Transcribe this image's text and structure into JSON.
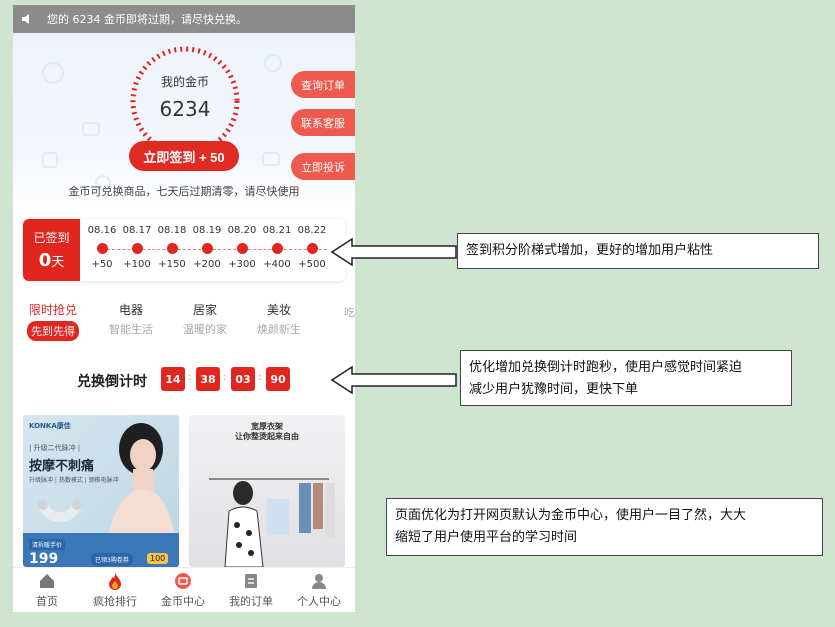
{
  "notice": {
    "text": "您的 6234 金币即将过期，请尽快兑换。"
  },
  "coins": {
    "label": "我的金币",
    "value": "6234"
  },
  "sign": {
    "button": "立即签到 + 50"
  },
  "side_buttons": [
    "查询订单",
    "联系客服",
    "立即投诉"
  ],
  "hint": "金币可兑换商品，七天后过期清零，请尽快使用",
  "checkin": {
    "badge_title": "已签到",
    "badge_count": "0",
    "badge_unit": "天",
    "days": [
      {
        "date": "08.16",
        "points": "+50"
      },
      {
        "date": "08.17",
        "points": "+100"
      },
      {
        "date": "08.18",
        "points": "+150"
      },
      {
        "date": "08.19",
        "points": "+200"
      },
      {
        "date": "08.20",
        "points": "+300"
      },
      {
        "date": "08.21",
        "points": "+400"
      },
      {
        "date": "08.22",
        "points": "+500"
      }
    ]
  },
  "categories": [
    {
      "title": "限时抢兑",
      "sub": "先到先得"
    },
    {
      "title": "电器",
      "sub": "智能生活"
    },
    {
      "title": "居家",
      "sub": "温暖的家"
    },
    {
      "title": "美妆",
      "sub": "焕颜新生"
    },
    {
      "title": "",
      "sub": "吃"
    }
  ],
  "countdown": {
    "label": "兑换倒计时",
    "values": [
      "14",
      "38",
      "03",
      "90"
    ]
  },
  "product1": {
    "brand": "KONKA康佳",
    "line1": "| 升级二代脉冲 |",
    "line2": "按摩不刺痛",
    "line3": "升级脉冲 | 热敷模式 | 颈椎电脉冲",
    "tag": "清拆暖手价",
    "price": "199",
    "pill": "已领3购卷券",
    "badge": "100"
  },
  "product2": {
    "line1": "宽厚衣架",
    "line2": "让你整烫起来自由"
  },
  "tabbar": [
    "首页",
    "疯抢排行",
    "金币中心",
    "我的订单",
    "个人中心"
  ],
  "callouts": {
    "c1": "签到积分阶梯式增加，更好的增加用户粘性",
    "c2a": "优化增加兑换倒计时跑秒，使用户感觉时间紧迫",
    "c2b": "减少用户犹豫时间，更快下单",
    "c3a": "页面优化为打开网页默认为金币中心，使用户一目了然，大大",
    "c3b": "缩短了用户使用平台的学习时间"
  },
  "colors": {
    "accent": "#e0261f",
    "side_button": "#ee5a4d",
    "background": "#cfe5cf"
  }
}
